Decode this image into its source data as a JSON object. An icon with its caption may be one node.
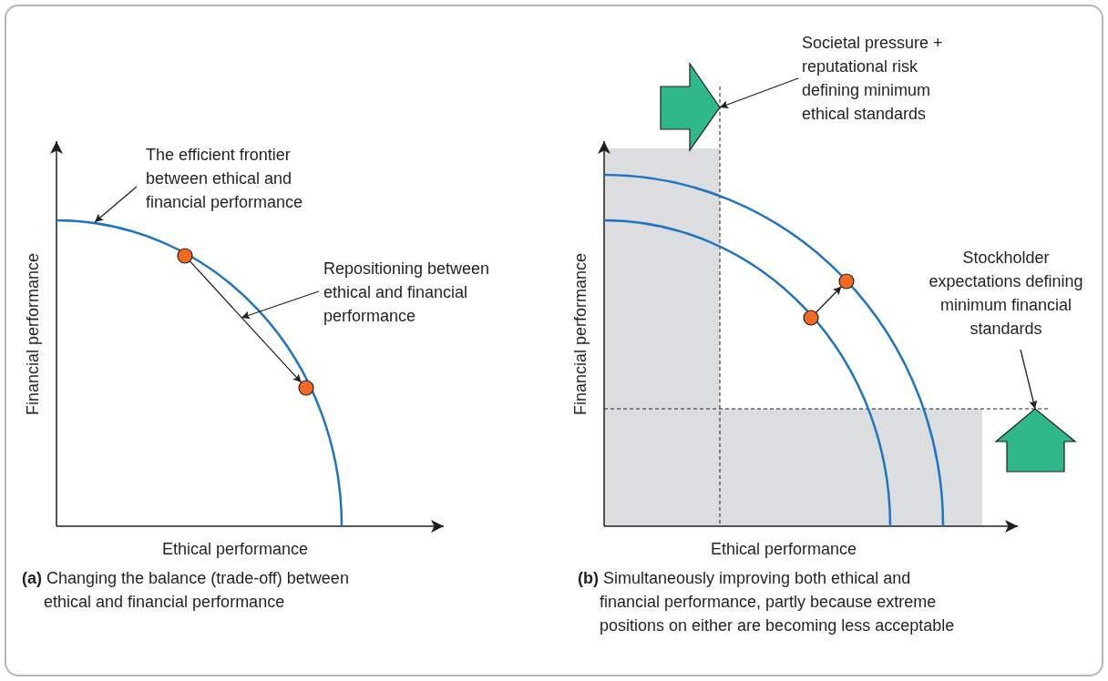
{
  "diagram": {
    "nodes": [
      {
        "text": [
          "The efficient frontier between ethical and financial performance"
        ]
      },
      {
        "text": [],
        "shape": "circle"
      },
      {
        "text": [],
        "shape": "circle"
      },
      {
        "text": [
          "Repositioning between ethical and financial performance"
        ]
      },
      {
        "text": [
          "Societal pressure + reputational risk defining minimum ethical standards"
        ]
      },
      {
        "text": [],
        "shape": "circle"
      },
      {
        "text": [],
        "shape": "circle"
      },
      {
        "text": [
          "Stockholder expectations defining minimum financial standards"
        ]
      }
    ],
    "edges": [
      {
        "from": 0,
        "to": null,
        "arrow": "to"
      },
      {
        "from": 1,
        "to": 2,
        "arrow": "to"
      },
      {
        "from": 3,
        "to": null,
        "arrow": "to"
      },
      {
        "from": 4,
        "to": null,
        "arrow": "to"
      },
      {
        "from": 5,
        "to": 6,
        "arrow": "to"
      },
      {
        "from": 7,
        "to": null,
        "arrow": "to"
      }
    ],
    "labels": [
      "Financial performance",
      "Ethical performance",
      "**(a)** Changing the balance (trade-off) between ethical and financial performance",
      "Financial performance",
      "Ethical performance",
      "**(b)** Simultaneously improving both ethical and financial performance, partly because extreme positions on either are becoming less acceptable"
    ]
  }
}
